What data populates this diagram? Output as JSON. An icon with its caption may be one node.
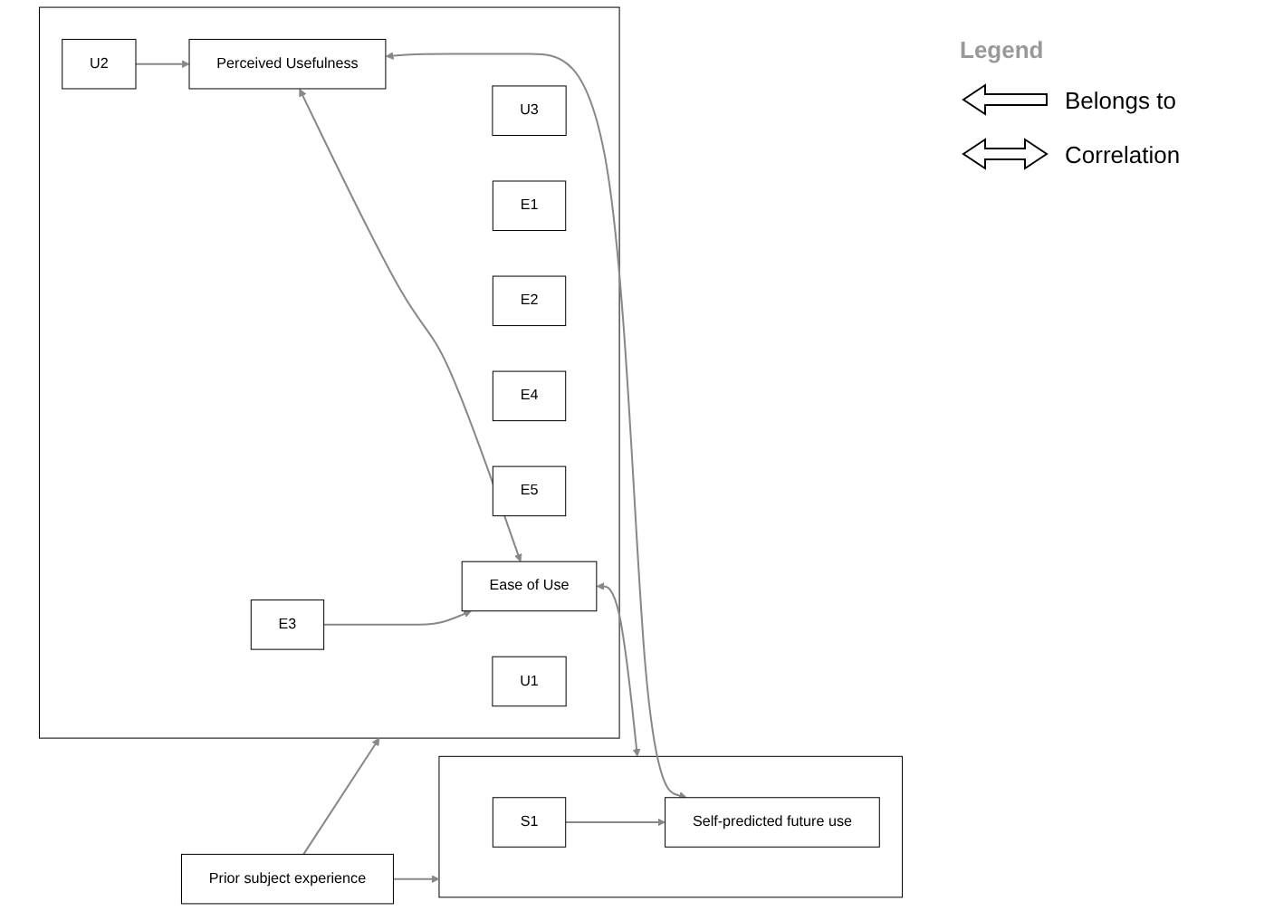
{
  "diagram": {
    "nodes": [
      {
        "text": [],
        "shape": "box"
      },
      {
        "text": [
          "U1"
        ],
        "in": 0
      },
      {
        "text": [
          "U2"
        ],
        "in": 0
      },
      {
        "text": [
          "U3"
        ],
        "in": 0
      },
      {
        "text": [
          "Perceived Usefulness"
        ],
        "in": 0
      },
      {
        "text": [
          "E1"
        ],
        "in": 0
      },
      {
        "text": [
          "E2"
        ],
        "in": 0
      },
      {
        "text": [
          "E3"
        ],
        "in": 0
      },
      {
        "text": [
          "E4"
        ],
        "in": 0
      },
      {
        "text": [
          "E5"
        ],
        "in": 0
      },
      {
        "text": [
          "Ease of Use"
        ],
        "in": 0
      },
      {
        "text": [],
        "shape": "box"
      },
      {
        "text": [
          "Self-predicted future use"
        ],
        "in": 11
      },
      {
        "text": [
          "S1"
        ],
        "in": 11
      },
      {
        "text": [
          "Prior subject experience"
        ]
      }
    ],
    "edges": [
      {
        "from": 2,
        "to": 4,
        "arrow": "to"
      },
      {
        "from": 7,
        "to": 10,
        "arrow": "to"
      },
      {
        "from": 4,
        "to": 10,
        "arrow": "both"
      },
      {
        "from": 4,
        "to": 12,
        "arrow": "both"
      },
      {
        "from": 10,
        "to": 11,
        "arrow": "both"
      },
      {
        "from": 13,
        "to": 12,
        "arrow": "to"
      },
      {
        "from": 14,
        "to": 0,
        "arrow": "to"
      },
      {
        "from": 14,
        "to": 11,
        "arrow": "to"
      }
    ],
    "labels": [
      "Legend"
    ],
    "legend": [
      {
        "text": "Belongs to"
      },
      {
        "text": "Correlation"
      }
    ]
  }
}
